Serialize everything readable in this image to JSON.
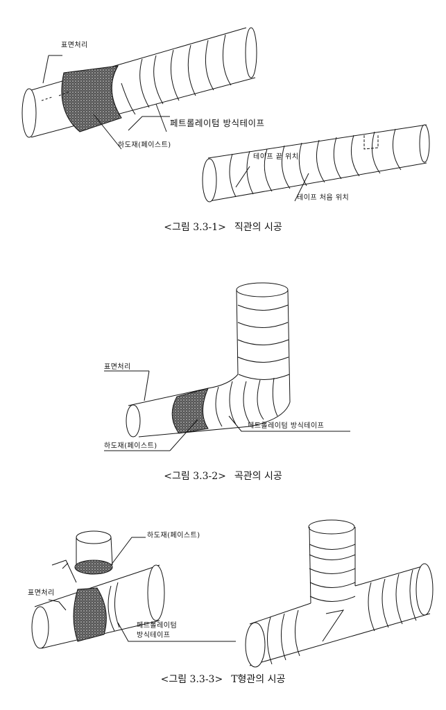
{
  "figure1": {
    "labels": {
      "surface_treatment": "표면처리",
      "petrolatum_tape": "페트롤레이텀 방식테이프",
      "primer_paste": "하도재(페이스트)",
      "tape_end": "테이프 끝 위치",
      "tape_start": "테이프 처음 위치"
    },
    "caption_number": "<그림 3.3-1>",
    "caption_title": "직관의 시공"
  },
  "figure2": {
    "labels": {
      "surface_treatment": "표면처리",
      "petrolatum_tape": "페트롤레이텀 방식테이프",
      "primer_paste": "하도재(페이스트)"
    },
    "caption_number": "<그림 3.3-2>",
    "caption_title": "곡관의 시공"
  },
  "figure3": {
    "labels": {
      "primer_paste": "하도재(페이스트)",
      "surface_treatment": "표면처리",
      "petrolatum_line1": "페트롤레이텀",
      "petrolatum_line2": "방식테이프"
    },
    "caption_number": "<그림 3.3-3>",
    "caption_title": "T형관의 시공"
  }
}
